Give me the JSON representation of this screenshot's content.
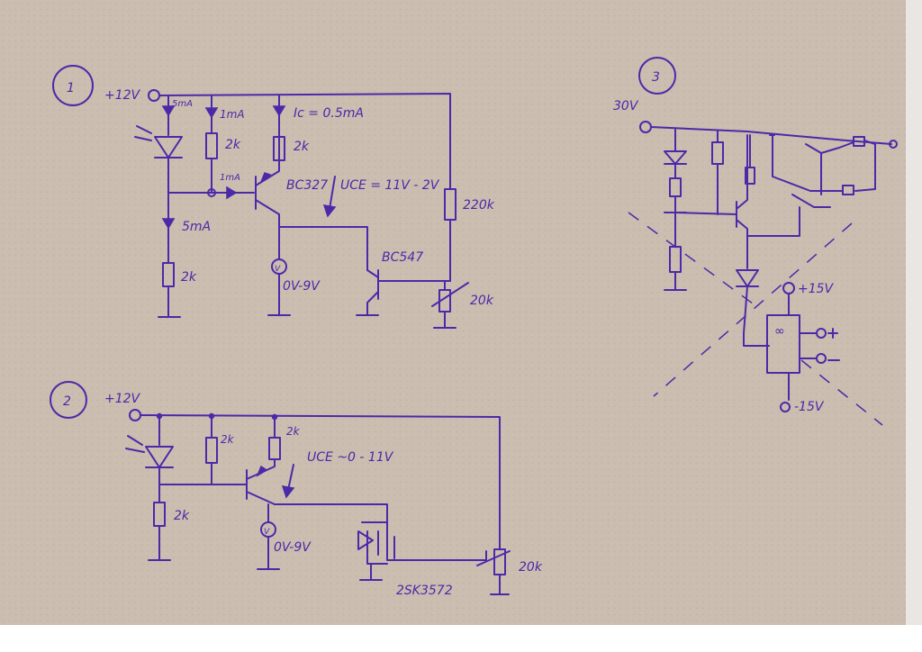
{
  "circuit1": {
    "number": "1",
    "supply": "+12V",
    "i_led": "5mA",
    "i_r": "1mA",
    "ic": "Ic = 0.5mA",
    "r1": "2k",
    "r2": "2k",
    "base_current": "1mA",
    "transistor": "BC327",
    "vce": "UCE = 11V - 2V",
    "r_bias": "220k",
    "i_lower": "5mA",
    "r3": "2k",
    "meter": "0V-9V",
    "npn": "BC547",
    "pot": "20k"
  },
  "circuit2": {
    "number": "2",
    "supply": "+12V",
    "r1": "2k",
    "r2": "2k",
    "vce": "UCE ~0 - 11V",
    "r3": "2k",
    "meter": "0V-9V",
    "fet": "2SK3572",
    "pot": "20k"
  },
  "circuit3": {
    "number": "3",
    "supply": "30V",
    "pos_rail": "+15V",
    "neg_rail": "-15V",
    "opamp_symbol": "∞"
  },
  "colors": {
    "ink": "#4a2aa8",
    "paper": "#cbbdb0"
  }
}
